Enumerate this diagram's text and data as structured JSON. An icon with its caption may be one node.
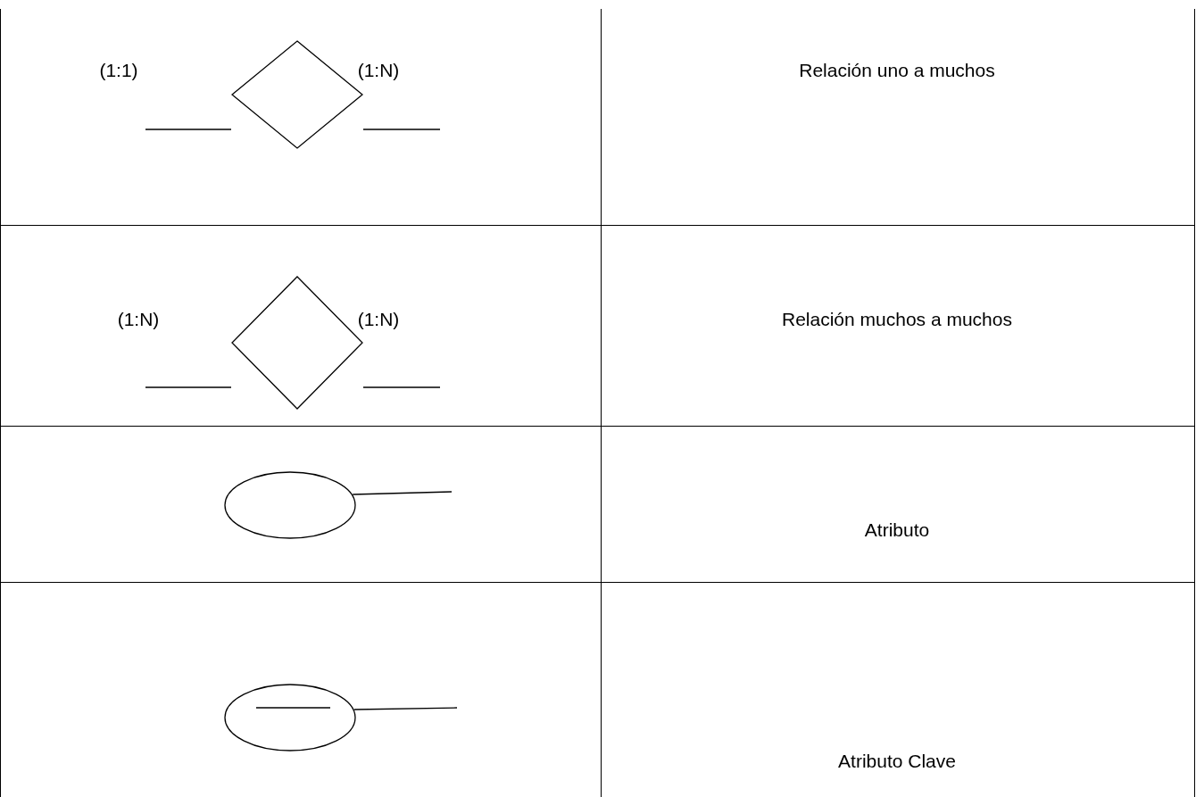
{
  "diagram": {
    "nodes": [
      {
        "text": [],
        "shape": "diamond"
      },
      {
        "text": [],
        "shape": "diamond"
      },
      {
        "text": [],
        "shape": "ellipse"
      },
      {
        "text": [],
        "shape": "ellipse"
      }
    ],
    "edges": [
      {
        "from": 2,
        "to": null,
        "arrow": "none"
      },
      {
        "from": 3,
        "to": null,
        "arrow": "none"
      }
    ],
    "labels": [
      "(1:1)",
      "(1:N)",
      "Relación uno a muchos",
      "(1:N)",
      "(1:N)",
      "Relación muchos a muchos",
      "Atributo",
      "Atributo Clave"
    ]
  }
}
